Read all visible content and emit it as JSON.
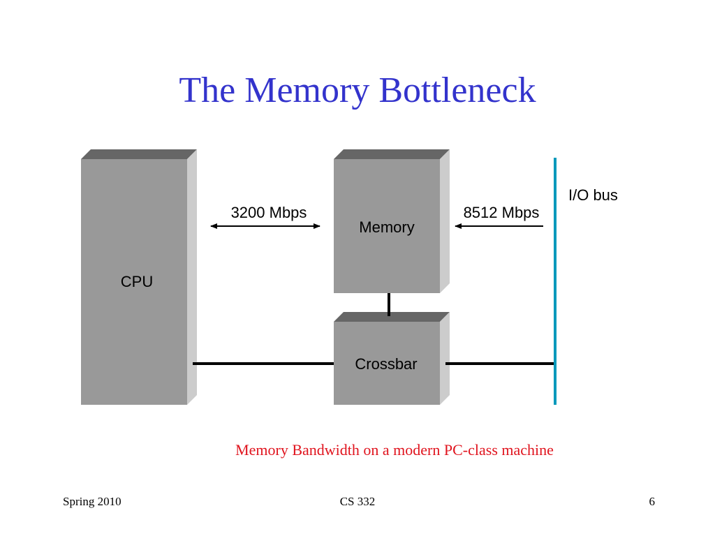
{
  "title": "The Memory Bottleneck",
  "diagram": {
    "cpu_label": "CPU",
    "memory_label": "Memory",
    "crossbar_label": "Crossbar",
    "cpu_memory_bandwidth": "3200 Mbps",
    "io_memory_bandwidth": "8512 Mbps",
    "io_bus_label": "I/O bus",
    "colors": {
      "box_front": "#999999",
      "box_top": "#666666",
      "box_side": "#cccccc",
      "io_bus": "#0099bb"
    }
  },
  "caption": "Memory Bandwidth on a modern PC-class machine",
  "footer": {
    "left": "Spring 2010",
    "center": "CS 332",
    "right": "6"
  }
}
